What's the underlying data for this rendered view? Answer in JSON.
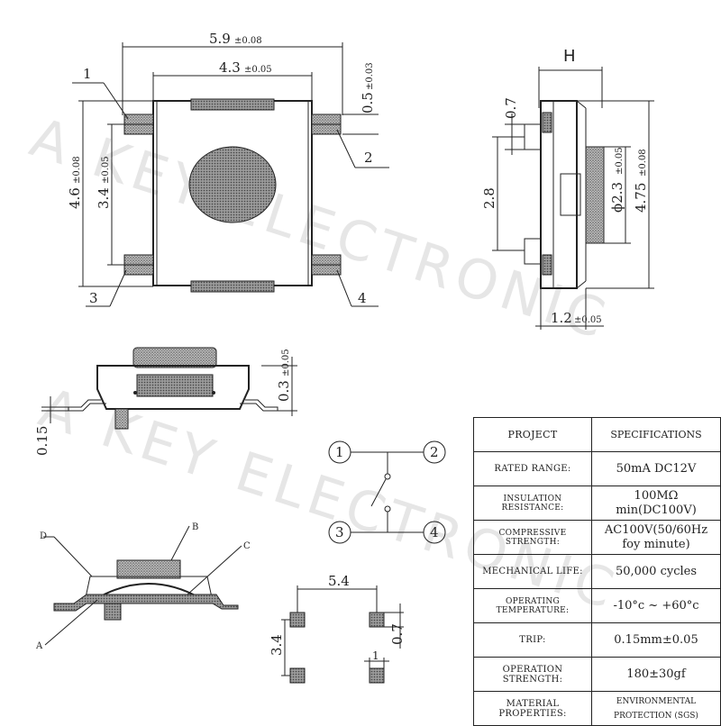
{
  "watermark": {
    "line1": "A KEY ELECTRONIC",
    "line2": "A KEY ELECTRONIC"
  },
  "top_view": {
    "width_overall": "5.9",
    "width_overall_tol": "±0.08",
    "width_body": "4.3",
    "width_body_tol": "±0.05",
    "pin_width": "0.5",
    "pin_width_tol": "±0.03",
    "height_overall": "4.6",
    "height_overall_tol": "±0.08",
    "height_inner": "3.4",
    "height_inner_tol": "±0.05",
    "pin1": "1",
    "pin2": "2",
    "pin3": "3",
    "pin4": "4"
  },
  "side_view": {
    "h_label": "H",
    "pin_gap": "0.7",
    "pitch": "2.8",
    "button_dia": "ϕ2.3",
    "button_dia_tol": "±0.05",
    "height": "4.75",
    "height_tol": "±0.08",
    "base": "1.2",
    "base_tol": "±0.05"
  },
  "front_view": {
    "lead_thickness": "0.15",
    "standoff": "0.3",
    "standoff_tol": "±0.05"
  },
  "section_view": {
    "a": "A",
    "b": "B",
    "c": "C",
    "d": "D"
  },
  "schematic": {
    "n1": "1",
    "n2": "2",
    "n3": "3",
    "n4": "4"
  },
  "footprint": {
    "pitch_x": "5.4",
    "pitch_y": "3.4",
    "pad_h": "0.7",
    "pad_w": "1"
  },
  "spec": {
    "header": {
      "key": "PROJECT",
      "value": "SPECIFICATIONS"
    },
    "rows": [
      {
        "key": "RATED RANGE:",
        "value": "50mA DC12V"
      },
      {
        "key": "INSULATION RESISTANCE:",
        "value": "100MΩ min(DC100V)"
      },
      {
        "key": "COMPRESSIVE STRENGTH:",
        "value": "AC100V(50/60Hz foy minute)"
      },
      {
        "key": "MECHANICAL LIFE:",
        "value": "50,000 cycles"
      },
      {
        "key": "OPERATING TEMPERATURE:",
        "value": "-10°c ~ +60°c"
      },
      {
        "key": "TRIP:",
        "value": "0.15mm±0.05"
      },
      {
        "key": "OPERATION STRENGTH:",
        "value": "180±30gf"
      },
      {
        "key": "MATERIAL PROPERTIES:",
        "value": "ENVIRONMENTAL PROTECTION (SGS)"
      }
    ]
  }
}
